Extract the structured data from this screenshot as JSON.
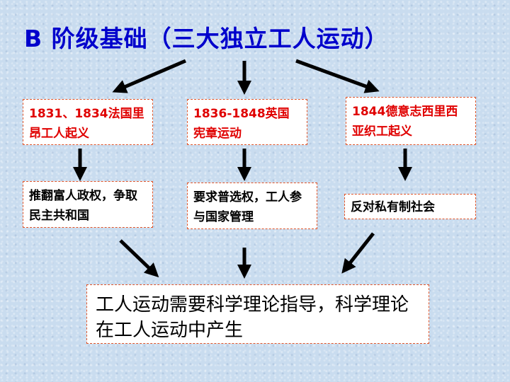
{
  "title": "B  阶级基础（三大独立工人运动）",
  "events": [
    {
      "text": "1831、1834法国里昂工人起义"
    },
    {
      "text": "1836-1848英国宪章运动"
    },
    {
      "text": "1844德意志西里西亚织工起义"
    }
  ],
  "goals": [
    {
      "text": "推翻富人政权，争取民主共和国"
    },
    {
      "text": "要求普选权，工人参与国家管理"
    },
    {
      "text": "反对私有制社会"
    }
  ],
  "conclusion": "工人运动需要科学理论指导，科学理论在工人运动中产生",
  "colors": {
    "title": "#0000cc",
    "event_text": "#e00000",
    "arrow": "#000000"
  }
}
